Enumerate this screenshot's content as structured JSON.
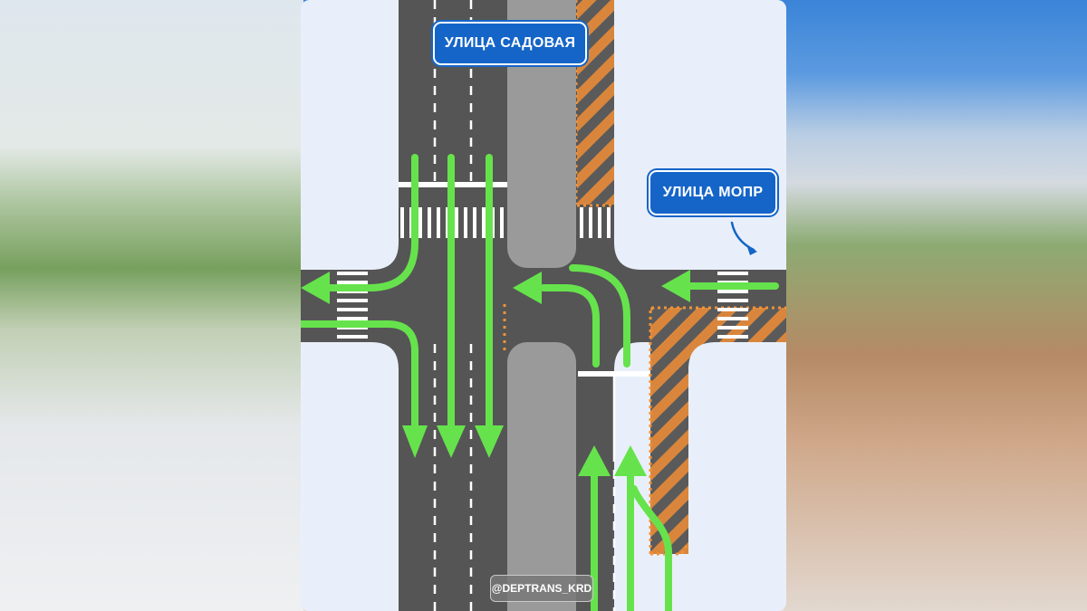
{
  "signs": {
    "sadovaya": "УЛИЦА САДОВАЯ",
    "mopr": "УЛИЦА МОПР"
  },
  "watermark": "@DEPTRANS_KRD",
  "icons": {
    "direction_arrows": "arrow-icon",
    "pointer": "curved-pointer-arrow-icon"
  },
  "colors": {
    "road": "#555555",
    "median": "#9a9a9a",
    "sidewalk": "#e9effa",
    "allowed_direction": "#66e34c",
    "hatch_zone": "#d9863c",
    "sign_blue": "#1565c8"
  }
}
